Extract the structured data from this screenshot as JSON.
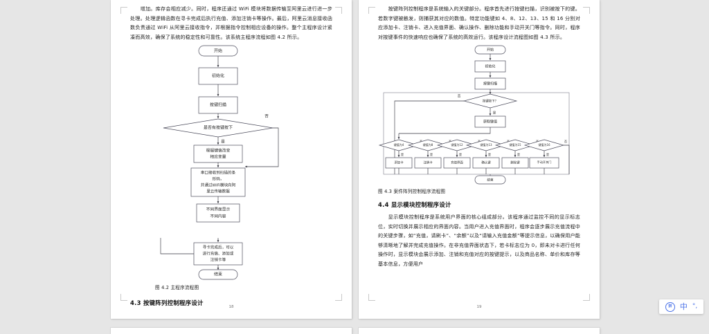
{
  "app": {
    "background_color": "#e6e6e6",
    "page_color": "#ffffff"
  },
  "ime_toolbar": {
    "logo_label": "拼",
    "mode_label": "中",
    "tools_label": "°,"
  },
  "left_page": {
    "page_number": "18",
    "paragraph_1": "增加。库存会相应减少。同时，程序还通过 WiFi 模块将数据传输至阿里云进行进一步处理。处理逻辑函数在寻卡完成后执行充值、添加注销卡等操作。最后，阿里云消息接收函数负责通过 WiFi 从阿里云接收指令，并根据指令控制相应设备的操作。整个主程序设计紧凑而高效，确保了系统的稳定性和可靠性。该系统主程序流程如图 4.2 所示。",
    "figure": {
      "caption": "图 4.2 主程序流程图",
      "nodes": [
        {
          "id": "start",
          "shape": "terminator",
          "label": "开始"
        },
        {
          "id": "init",
          "shape": "process",
          "label": "初始化"
        },
        {
          "id": "scan",
          "shape": "process",
          "label": "按键扫描"
        },
        {
          "id": "check",
          "shape": "decision",
          "label": "是否有按键按下"
        },
        {
          "id": "setvar",
          "shape": "process",
          "label_lines": [
            "根据键值改变",
            "相应变量"
          ]
        },
        {
          "id": "serial",
          "shape": "process",
          "label_lines": [
            "串口接收到扫描的条",
            "形码，",
            "并通过WiFi模块向阿",
            "里云传输数据"
          ]
        },
        {
          "id": "ui",
          "shape": "process",
          "label_lines": [
            "不同界面显示",
            "不同内容"
          ]
        },
        {
          "id": "card",
          "shape": "process",
          "label_lines": [
            "寻卡完成后，可以",
            "进行充值、添加或",
            "注销卡等"
          ]
        },
        {
          "id": "end",
          "shape": "terminator",
          "label": "结束"
        }
      ],
      "edge_labels": {
        "yes": "是",
        "no": "否"
      }
    },
    "section_heading": "4.3 按键阵列控制程序设计"
  },
  "right_page": {
    "page_number": "19",
    "paragraph_1": "按键阵列控制程序是系统输入的关键部分。程序首先进行按键扫描，识别被按下的键。若数字键被触发，则捕获其对应的数值。特定功能键如 4、8、12、13、15 和 16 分别对应添加卡、注销卡、进入充值界面、确认操作、删除功能和手动开关门等指令。同时，程序对按键事件的快速响应也确保了系统的高效运行。该程序设计流程图如图 4.3 所示。",
    "figure": {
      "caption": "图 4.3 案件阵列控制程序流程图",
      "nodes": [
        {
          "id": "start",
          "shape": "terminator",
          "label": "开始"
        },
        {
          "id": "init",
          "shape": "process",
          "label": "初始化"
        },
        {
          "id": "scan",
          "shape": "process",
          "label": "按键扫描"
        },
        {
          "id": "check",
          "shape": "decision",
          "label": "按键按下？"
        },
        {
          "id": "getval",
          "shape": "process",
          "label": "获取键值"
        },
        {
          "id": "end",
          "shape": "terminator",
          "label": "结束"
        }
      ],
      "branches": [
        {
          "key": "4",
          "decision": "键值为4",
          "action": "添加卡"
        },
        {
          "key": "8",
          "decision": "键值为8",
          "action": "注销卡"
        },
        {
          "key": "12",
          "decision": "键值为12",
          "action": "充值界面"
        },
        {
          "key": "13",
          "decision": "键值为13",
          "action": "确认键"
        },
        {
          "key": "15",
          "decision": "键值为15",
          "action": "删除键"
        },
        {
          "key": "16",
          "decision": "键值为16",
          "action": "手动开关门"
        }
      ],
      "edge_labels": {
        "yes": "是",
        "no": "否"
      }
    },
    "section_heading": "4.4 显示模块控制程序设计",
    "paragraph_2": "显示模块控制程序是系统用户界面的核心组成部分。该程序通过监控不同的显示标志位，实时切换并展示相应的界面内容。当用户进入充值界面时，程序会逐步展示充值流程中的关键步骤，如“充值，请刷卡”、“余额”以及“请输入充值金额”等提示信息，以确保用户能够清晰地了解并完成充值操作。在非充值界面状态下，若卡标志位为 0，即未对卡进行任何操作时，显示模块会展示添加、注销和充值对应的按键提示，以及商品名称、单价和库存等基本信息，方便用户"
  }
}
